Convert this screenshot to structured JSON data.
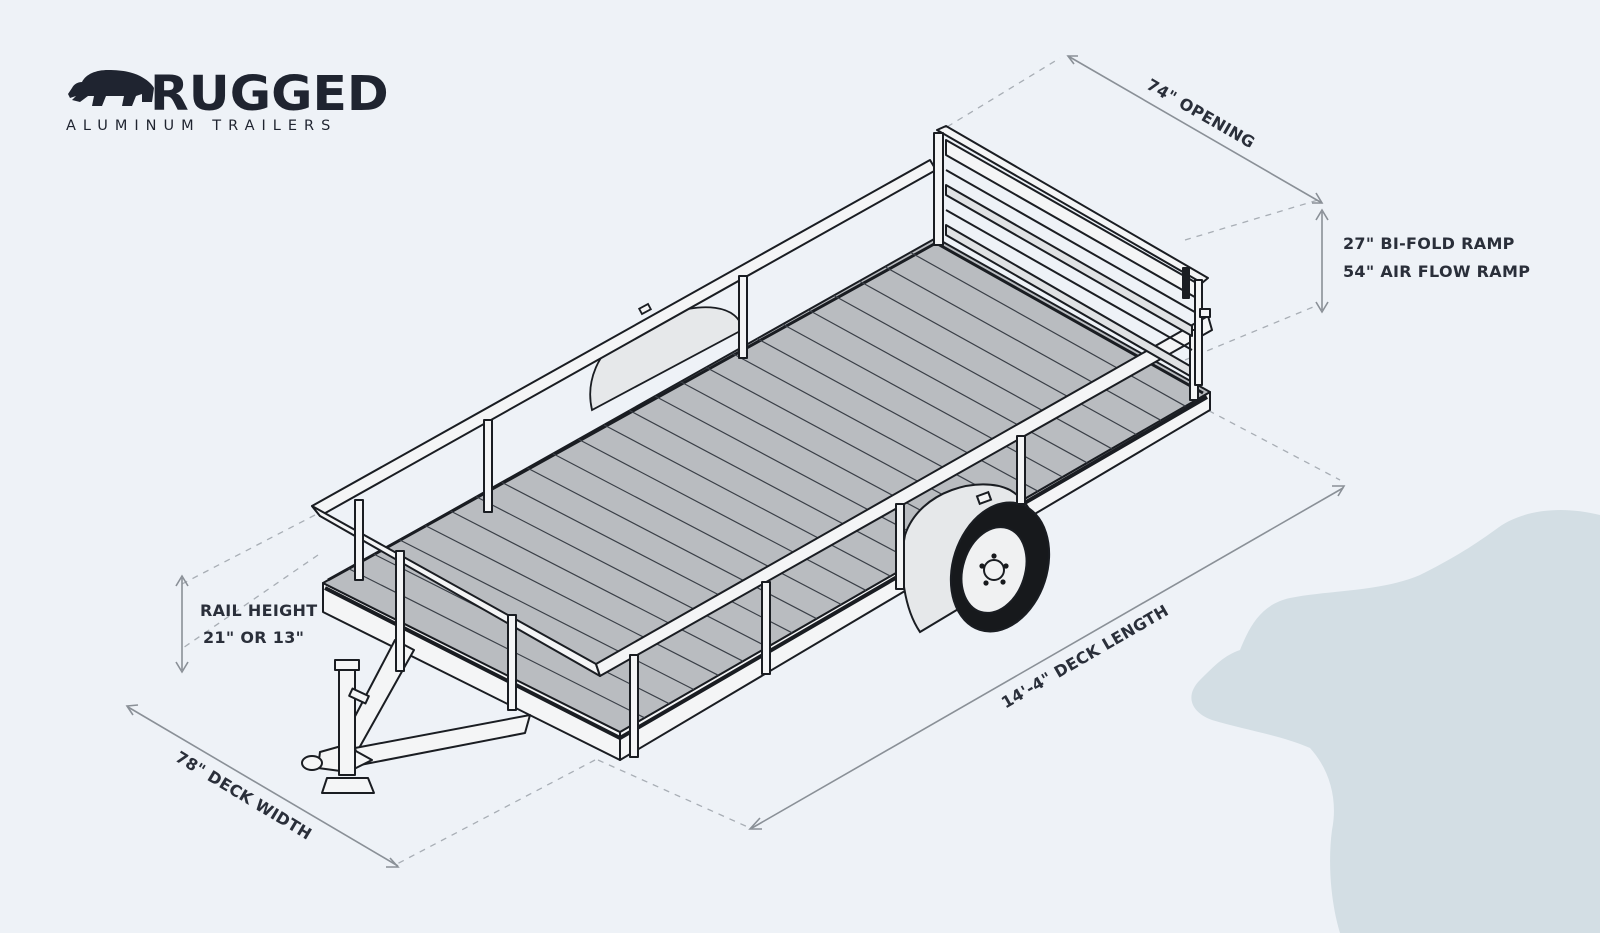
{
  "brand": {
    "name": "RUGGED",
    "tagline": "ALUMINUM TRAILERS",
    "logo_color": "#1f2430"
  },
  "dimensions": {
    "opening": "74\" OPENING",
    "ramp_line1": "27\" BI-FOLD RAMP",
    "ramp_line2": "54\" AIR FLOW RAMP",
    "rail_line1": "RAIL HEIGHT",
    "rail_line2": "21\" OR  13\"",
    "deck_length": "14'-4\" DECK LENGTH",
    "deck_width": "78\" DECK WIDTH"
  },
  "colors": {
    "background": "#eef2f7",
    "deck": "#b9bcc0",
    "frame": "#f4f5f6",
    "outline": "#1a1d22",
    "dimension_line": "#8a9097",
    "bear_watermark": "#d3dee4"
  }
}
